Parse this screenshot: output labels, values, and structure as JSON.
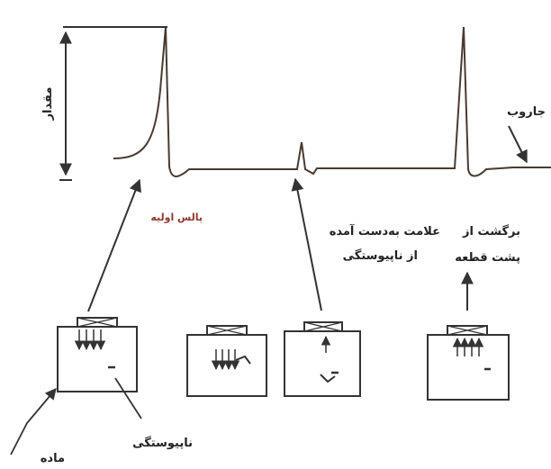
{
  "labels": {
    "amplitude": "مقدار",
    "sweep": "جاروب",
    "initial_pulse": "پالس اوليه",
    "defect_signal_line1": "علامت به‌دست آمده",
    "defect_signal_line2": "از ناپیوستگی",
    "back_echo_line1": "برگشت از",
    "back_echo_line2": "پشت قطعه",
    "discontinuity": "ناپیوستگی",
    "material": "ماده"
  },
  "colors": {
    "trace": "#4a3a30",
    "line": "#333333",
    "label_accent": "#8b3a2e"
  }
}
